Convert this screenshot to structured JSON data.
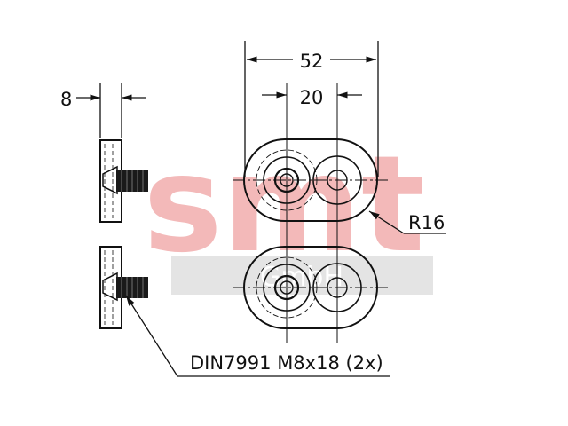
{
  "dimensions": {
    "width_overall": "52",
    "hole_spacing": "20",
    "thickness": "8",
    "radius": "R16"
  },
  "callout": {
    "screw_spec": "DIN7991 M8x18 (2x)"
  },
  "watermark": {
    "logo_text": "smt",
    "sub_text": "GmbH"
  },
  "colors": {
    "line": "#111111",
    "watermark_red": "#f3b9b9",
    "watermark_band": "#e4e4e4"
  }
}
